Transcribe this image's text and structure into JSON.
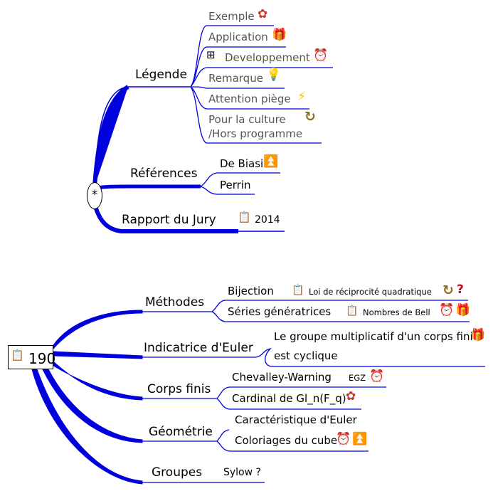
{
  "map1": {
    "center": "*",
    "branches": [
      {
        "label": "Légende",
        "children": [
          {
            "label": "Exemple",
            "icon": "rose-icon"
          },
          {
            "label": "Application",
            "icon": "gift-icon"
          },
          {
            "label": "Developpement",
            "icon": "alarm-clock-icon",
            "prefix_icon": "diagram-icon"
          },
          {
            "label": "Remarque",
            "icon": "lightbulb-icon"
          },
          {
            "label": "Attention piège",
            "icon": "lightning-icon"
          },
          {
            "label_line1": "Pour la culture",
            "label_line2": "/Hors programme",
            "icon": "refresh-icon"
          }
        ]
      },
      {
        "label": "Références",
        "children": [
          {
            "label": "De Biasi",
            "icon": "up-arrow-icon"
          },
          {
            "label": "Perrin"
          }
        ]
      },
      {
        "label": "Rapport du Jury",
        "children": [
          {
            "label": "2014",
            "icon": "note-icon"
          }
        ]
      }
    ]
  },
  "map2": {
    "root": "190",
    "root_icon": "note-icon",
    "branches": [
      {
        "label": "Méthodes",
        "children": [
          {
            "label": "Bijection",
            "note": "Loi de réciprocité quadratique",
            "note_icon": "note-icon",
            "icons": [
              "refresh-icon",
              "question-icon"
            ]
          },
          {
            "label": "Séries génératrices",
            "note": "Nombres de Bell",
            "note_icon": "note-icon",
            "icons": [
              "alarm-clock-icon",
              "gift-icon"
            ]
          }
        ]
      },
      {
        "label": "Indicatrice d'Euler",
        "children": [
          {
            "label_line1": "Le groupe multiplicatif d'un corps fini",
            "label_line2": "est cyclique",
            "icon": "gift-icon"
          }
        ]
      },
      {
        "label": "Corps finis",
        "children": [
          {
            "label": "Chevalley-Warning",
            "note": "EGZ",
            "icon": "alarm-clock-icon"
          },
          {
            "label": "Cardinal de Gl_n(F_q)",
            "icon": "rose-icon"
          }
        ]
      },
      {
        "label": "Géométrie",
        "children": [
          {
            "label": "Caractéristique d'Euler"
          },
          {
            "label": "Coloriages du cube",
            "icons": [
              "alarm-clock-icon",
              "up-arrow-icon"
            ]
          }
        ]
      },
      {
        "label": "Groupes",
        "children": [
          {
            "label": "Sylow ?"
          }
        ]
      }
    ]
  },
  "colors": {
    "edge": "#0000dd",
    "text": "#000000",
    "legend_text": "#555555"
  }
}
